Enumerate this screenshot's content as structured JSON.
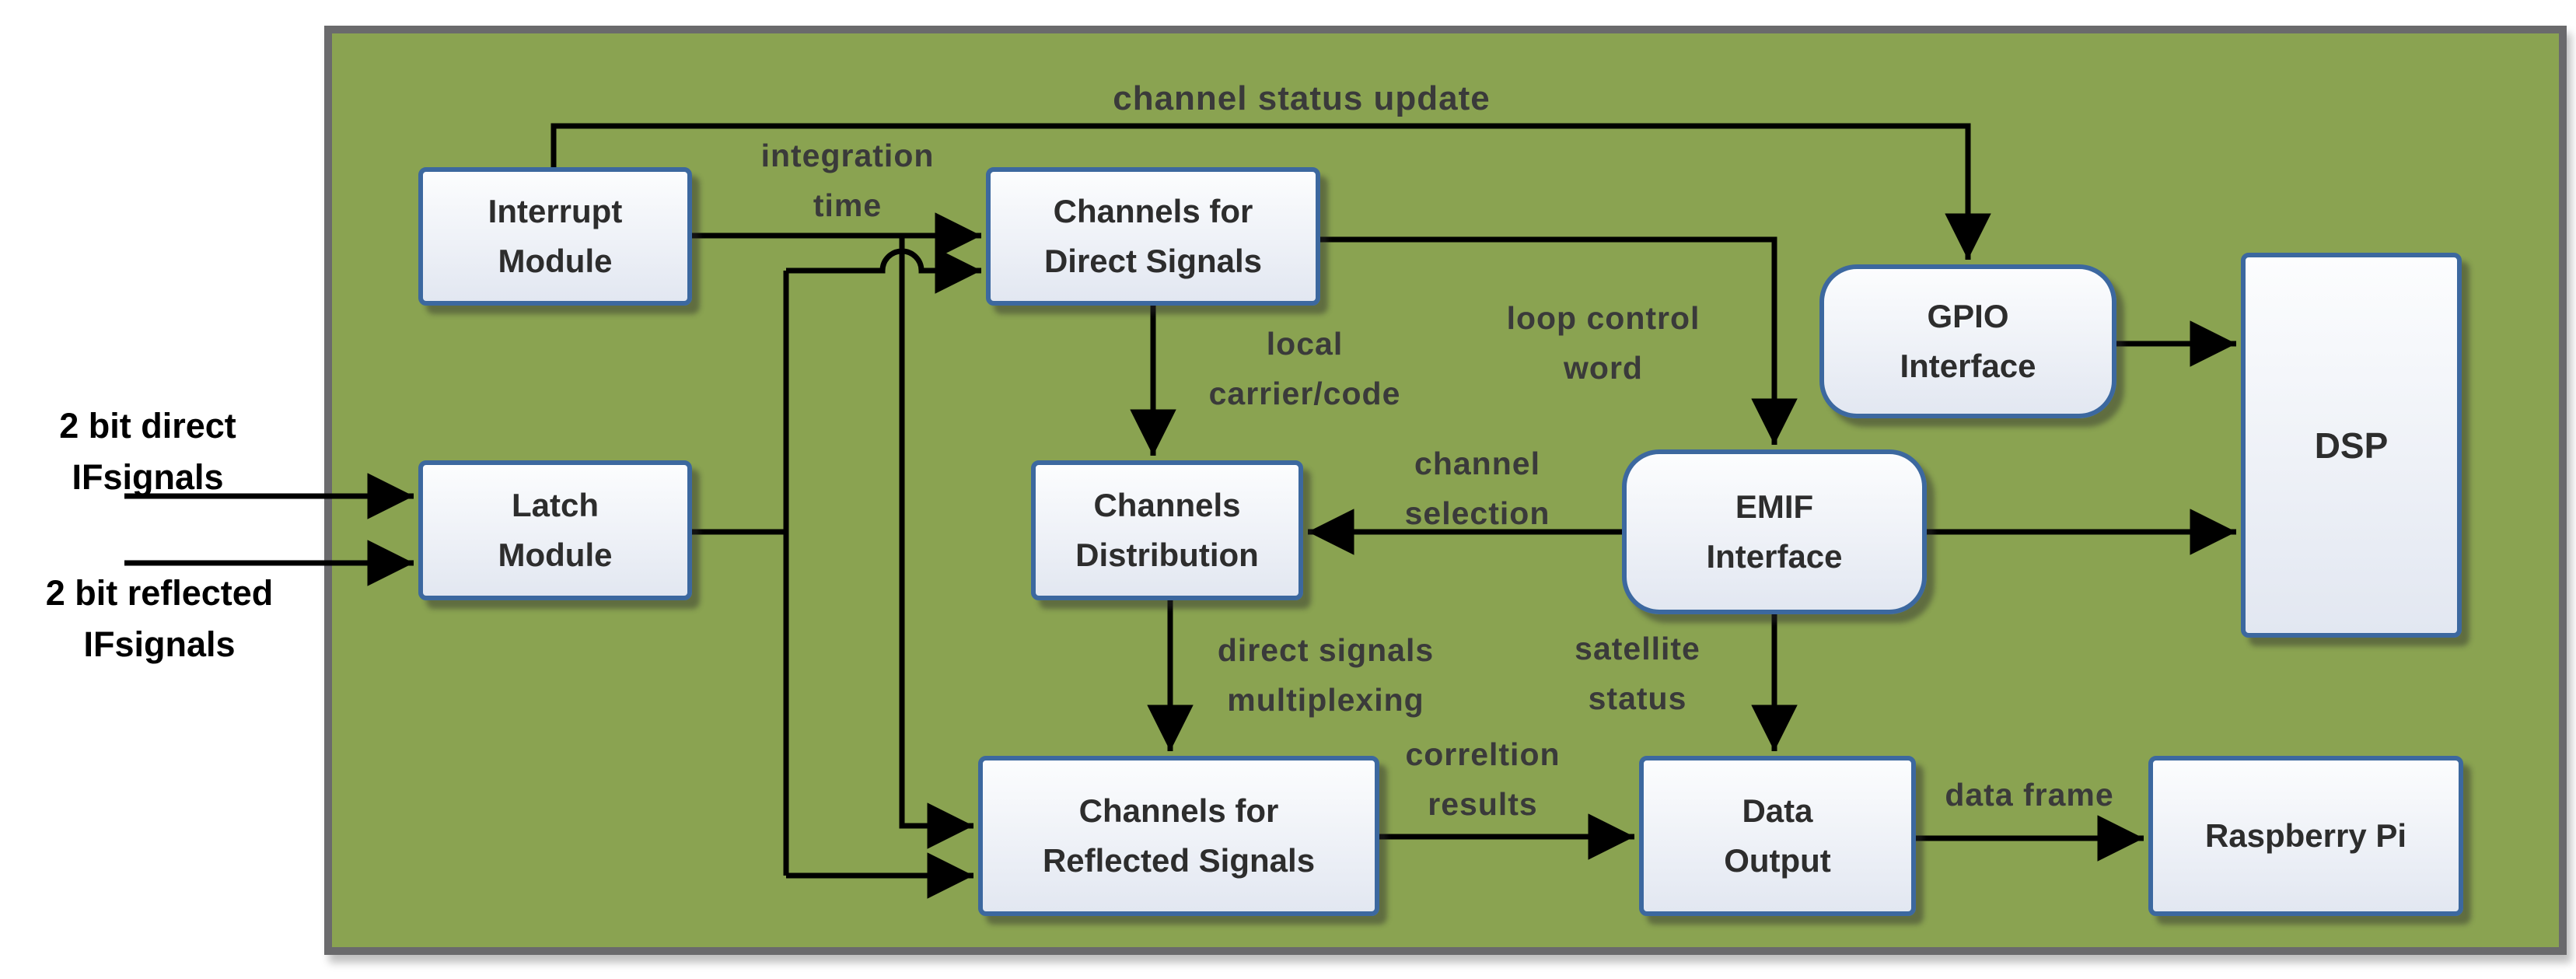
{
  "diagram": {
    "blocks": {
      "interrupt": {
        "line1": "Interrupt",
        "line2": "Module"
      },
      "latch": {
        "line1": "Latch",
        "line2": "Module"
      },
      "channels_direct": {
        "line1": "Channels for",
        "line2": "Direct Signals"
      },
      "channels_distribution": {
        "line1": "Channels",
        "line2": "Distribution"
      },
      "channels_reflected": {
        "line1": "Channels for",
        "line2": "Reflected Signals"
      },
      "gpio": {
        "line1": "GPIO",
        "line2": "Interface"
      },
      "emif": {
        "line1": "EMIF",
        "line2": "Interface"
      },
      "data_output": {
        "line1": "Data",
        "line2": "Output"
      },
      "dsp": {
        "line1": "DSP"
      },
      "raspberry_pi": {
        "line1": "Raspberry Pi"
      }
    },
    "connection_labels": {
      "channel_status_update": {
        "line1": "channel status update"
      },
      "integration_time": {
        "line1": "integration",
        "line2": "time"
      },
      "local_carrier": {
        "line1": "local",
        "line2": "carrier/code"
      },
      "loop_control": {
        "line1": "loop control",
        "line2": "word"
      },
      "channel_selection": {
        "line1": "channel",
        "line2": "selection"
      },
      "direct_multiplexing": {
        "line1": "direct signals",
        "line2": "multiplexing"
      },
      "satellite_status": {
        "line1": "satellite",
        "line2": "status"
      },
      "correlation_results": {
        "line1": "correltion",
        "line2": "results"
      },
      "data_frame": {
        "line1": "data frame"
      }
    },
    "external_labels": {
      "direct_if": {
        "line1": "2 bit direct",
        "line2": "IFsignals"
      },
      "reflected_if": {
        "line1": "2 bit reflected",
        "line2": "IFsignals"
      }
    },
    "colors": {
      "green": "#8aa351",
      "container-border": "#6a6a6c",
      "box-border": "#3c689f",
      "box-fill-top": "#fcfdfe",
      "box-fill-bottom": "#e2e7f1",
      "connector": "#000000",
      "inner-label": "#3a3a3a",
      "outer-label": "#000000",
      "box-text": "#2d2d2d"
    }
  }
}
